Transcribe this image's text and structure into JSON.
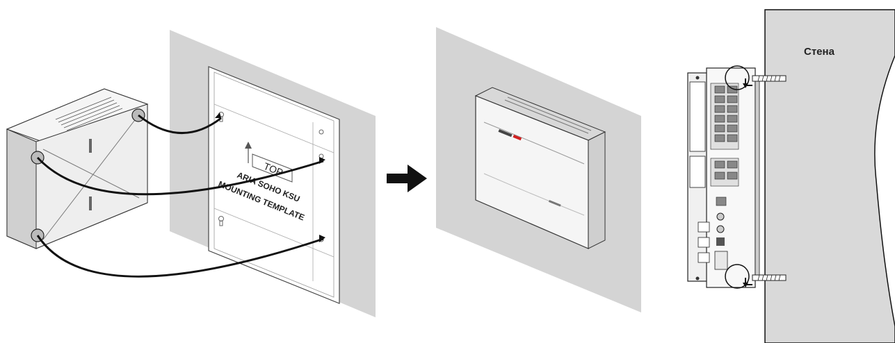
{
  "template": {
    "top_label": "TOP",
    "line1": "ARIA SOHO KSU",
    "line2": "MOUNTING  TEMPLATE"
  },
  "wall_label": "Стена",
  "colors": {
    "wall": "#d4d4d4",
    "wall_side": "#d9d9d9",
    "device_light": "#f4f4f4",
    "device_mid": "#c9c9c9",
    "line": "#111111",
    "arrow": "#111111",
    "brand_red": "#d02020"
  }
}
